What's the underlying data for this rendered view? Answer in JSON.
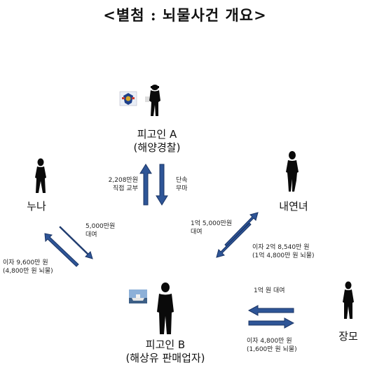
{
  "title": "<별첨 : 뇌물사건 개요>",
  "nodes": {
    "defendant_a": {
      "name": "피고인 A",
      "role": "(해양경찰)"
    },
    "sister": {
      "name": "누나"
    },
    "mistress": {
      "name": "내연녀"
    },
    "defendant_b": {
      "name": "피고인 B",
      "role": "(해상유 판매업자)"
    },
    "father_in_law": {
      "name": "장모"
    }
  },
  "edges": {
    "b_to_a": {
      "line1": "2,208만원",
      "line2": "직접 교부"
    },
    "a_to_b": {
      "line1": "단속",
      "line2": "무마"
    },
    "sister_loan": {
      "line1": "5,000만원",
      "line2": "대여"
    },
    "sister_interest": {
      "line1": "이자 9,600만 원",
      "line2": "(4,800만 원 뇌물)"
    },
    "mistress_loan": {
      "line1": "1억 5,000만원",
      "line2": "대여"
    },
    "mistress_interest": {
      "line1": "이자 2억 8,540만 원",
      "line2": "(1억 4,800만 원 뇌물)"
    },
    "father_loan": {
      "line1": "1억 원 대여"
    },
    "father_interest": {
      "line1": "이자 4,800만 원",
      "line2": "(1,600만 원 뇌물)"
    }
  },
  "icons": [
    "police-emblem-icon",
    "ship-photo-icon"
  ],
  "colors": {
    "arrow_fill": "#2e5597",
    "arrow_stroke": "#1b3566",
    "silhouette": "#0a0a0a"
  }
}
